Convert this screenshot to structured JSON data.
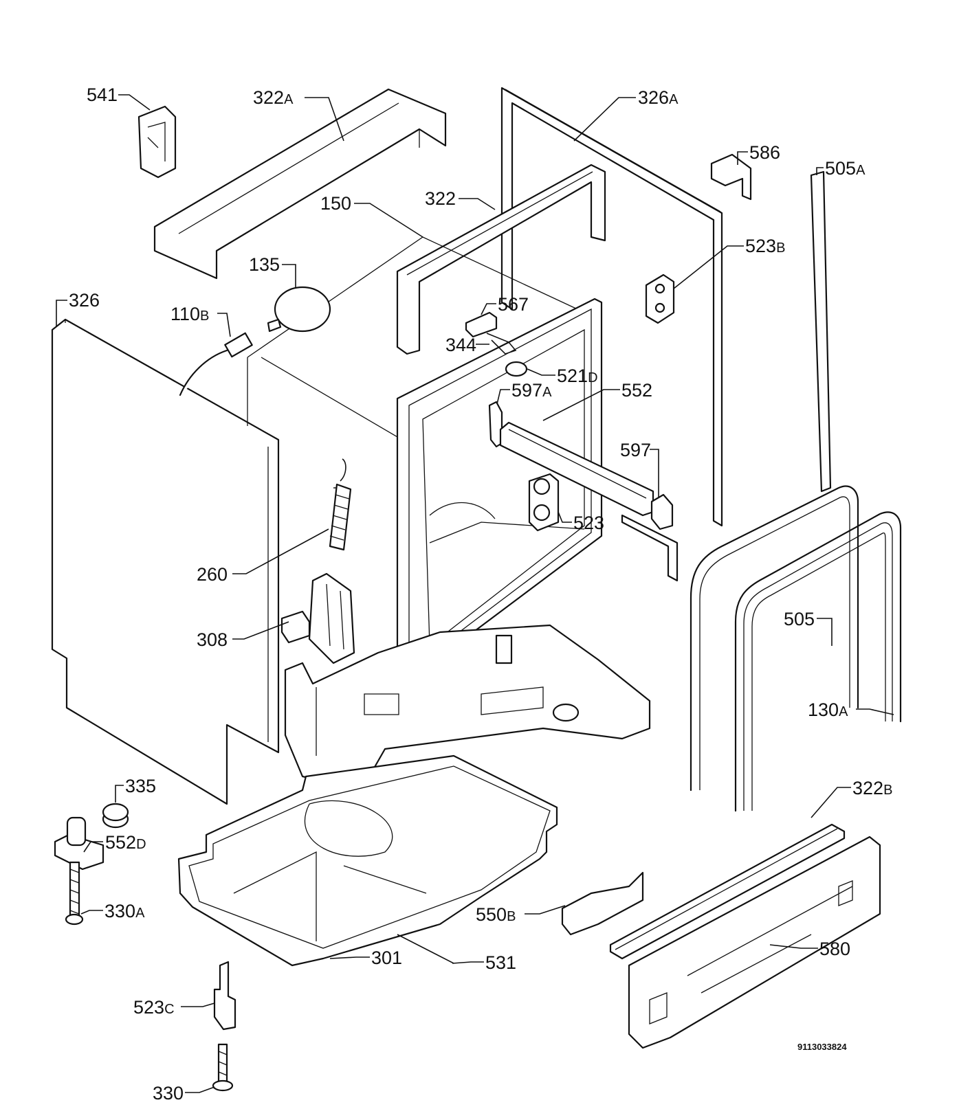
{
  "labels": {
    "l541": {
      "num": "541",
      "suf": ""
    },
    "l322A": {
      "num": "322",
      "suf": "A"
    },
    "l326A": {
      "num": "326",
      "suf": "A"
    },
    "l586": {
      "num": "586",
      "suf": ""
    },
    "l505A": {
      "num": "505",
      "suf": "A"
    },
    "l150": {
      "num": "150",
      "suf": ""
    },
    "l322": {
      "num": "322",
      "suf": ""
    },
    "l523B": {
      "num": "523",
      "suf": "B"
    },
    "l135": {
      "num": "135",
      "suf": ""
    },
    "l326": {
      "num": "326",
      "suf": ""
    },
    "l110B": {
      "num": "110",
      "suf": "B"
    },
    "l567": {
      "num": "567",
      "suf": ""
    },
    "l344": {
      "num": "344",
      "suf": ""
    },
    "l521D": {
      "num": "521",
      "suf": "D"
    },
    "l597A": {
      "num": "597",
      "suf": "A"
    },
    "l552": {
      "num": "552",
      "suf": ""
    },
    "l597": {
      "num": "597",
      "suf": ""
    },
    "l523": {
      "num": "523",
      "suf": ""
    },
    "l260": {
      "num": "260",
      "suf": ""
    },
    "l308": {
      "num": "308",
      "suf": ""
    },
    "l505": {
      "num": "505",
      "suf": ""
    },
    "l130A": {
      "num": "130",
      "suf": "A"
    },
    "l335": {
      "num": "335",
      "suf": ""
    },
    "l552D": {
      "num": "552",
      "suf": "D"
    },
    "l322B": {
      "num": "322",
      "suf": "B"
    },
    "l330A": {
      "num": "330",
      "suf": "A"
    },
    "l550B": {
      "num": "550",
      "suf": "B"
    },
    "l580": {
      "num": "580",
      "suf": ""
    },
    "l301": {
      "num": "301",
      "suf": ""
    },
    "l531": {
      "num": "531",
      "suf": ""
    },
    "l523C": {
      "num": "523",
      "suf": "C"
    },
    "l330": {
      "num": "330",
      "suf": ""
    }
  },
  "document_number": "9113033824"
}
